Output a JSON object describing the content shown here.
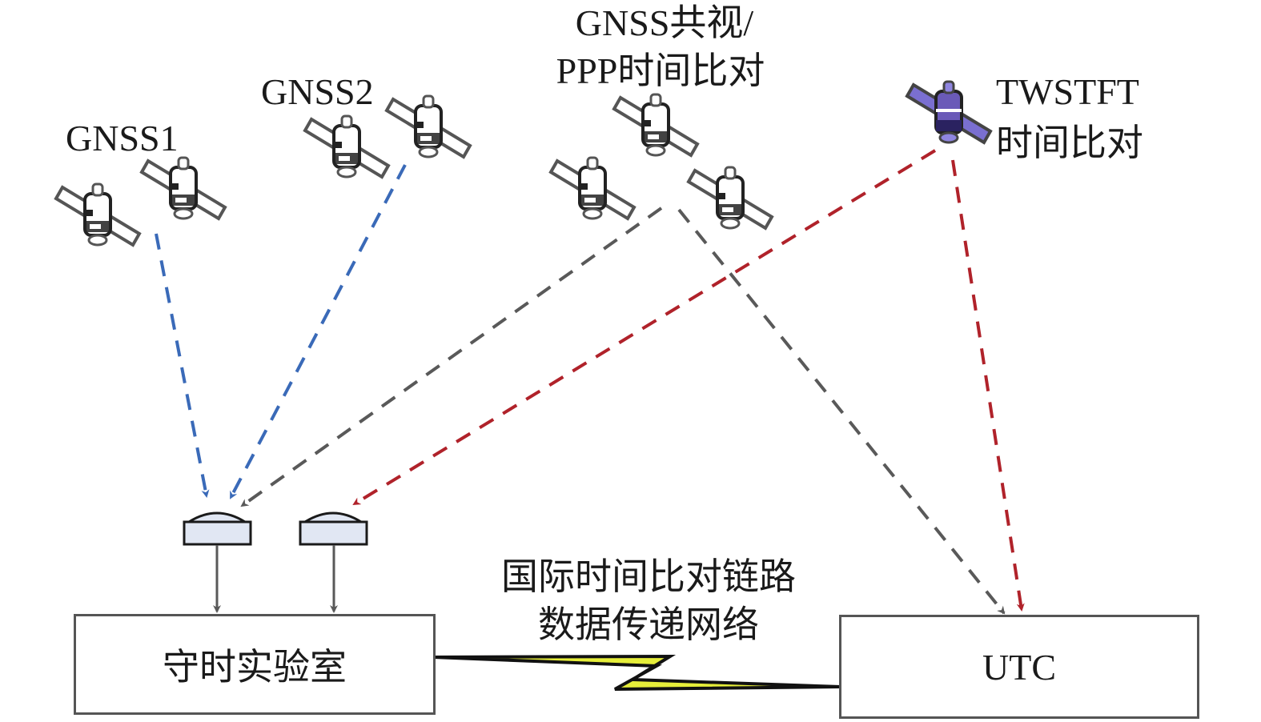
{
  "labels": {
    "gnss1": "GNSS1",
    "gnss2": "GNSS2",
    "common_view_line1": "GNSS共视/",
    "common_view_line2": "PPP时间比对",
    "twstft_line1": "TWSTFT",
    "twstft_line2": "时间比对",
    "network_line1": "国际时间比对链路",
    "network_line2": "数据传递网络"
  },
  "boxes": {
    "lab": "守时实验室",
    "utc": "UTC"
  },
  "colors": {
    "gnss_link": "#3a6ab8",
    "common_view_link": "#595959",
    "twstft_link": "#b0222a",
    "antenna_fill": "#e1e7f3",
    "box_border": "#555555",
    "lightning_fill": "#e6ee3a",
    "twstft_satellite": "#7a6fd0"
  },
  "links": [
    {
      "from": "gnss1-satellites",
      "to": "antenna-1",
      "type": "gnss"
    },
    {
      "from": "gnss2-satellites",
      "to": "antenna-1",
      "type": "gnss"
    },
    {
      "from": "common-view-satellites",
      "to": "antenna-1",
      "type": "common_view"
    },
    {
      "from": "common-view-satellites",
      "to": "utc-box",
      "type": "common_view"
    },
    {
      "from": "twstft-satellite",
      "to": "antenna-2",
      "type": "twstft"
    },
    {
      "from": "twstft-satellite",
      "to": "utc-box",
      "type": "twstft"
    },
    {
      "from": "antenna-1",
      "to": "lab-box",
      "type": "signal"
    },
    {
      "from": "antenna-2",
      "to": "lab-box",
      "type": "signal"
    },
    {
      "from": "lab-box",
      "to": "utc-box",
      "type": "data_network"
    }
  ]
}
